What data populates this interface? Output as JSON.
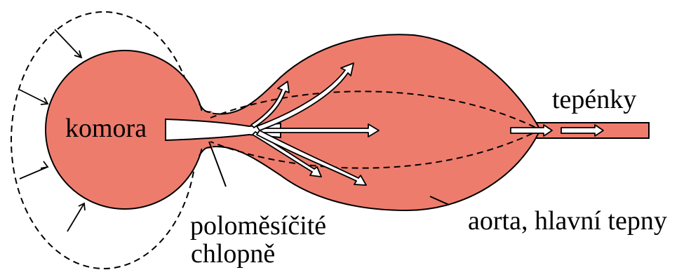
{
  "diagram": {
    "labels": {
      "ventricle": "komora",
      "arterioles": "tepénky",
      "valves_line1": "poloměsíčité",
      "valves_line2": "chlopně",
      "aorta": "aorta, hlavní tepny"
    },
    "colors": {
      "vessel_fill": "#EE7C6D",
      "outline": "#000000",
      "arrow_fill": "#FFFFFF",
      "background": "#FFFFFF"
    }
  }
}
